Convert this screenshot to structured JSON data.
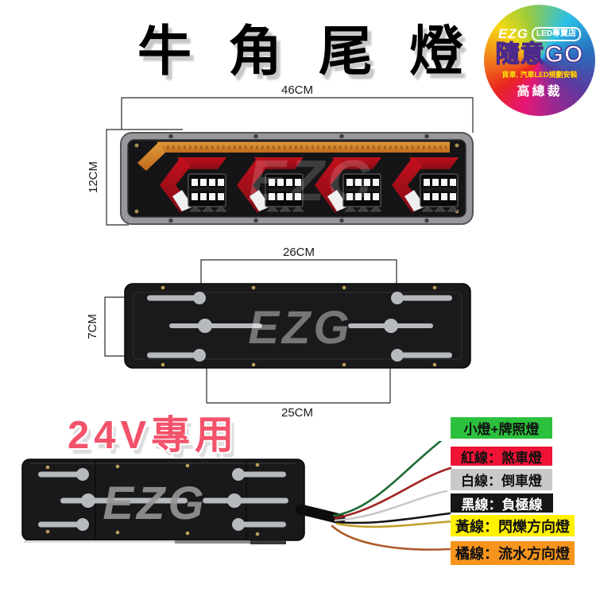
{
  "title": {
    "text": "牛角尾燈"
  },
  "brand_logo": {
    "name": "EZG",
    "badge": "LED專賣店",
    "store": "隨意GO",
    "tagline": "貨車, 汽車LED規劃安裝",
    "owner": "高總裁"
  },
  "tail_lamp": {
    "width_label": "46CM",
    "height_label": "12CM",
    "watermark": "EZG"
  },
  "mount_plate": {
    "top_span_label": "26CM",
    "side_span_label": "7CM",
    "bottom_span_label": "25CM",
    "watermark": "EZG"
  },
  "voltage_note": {
    "text": "24V專用",
    "color": "#f2536b"
  },
  "wiring": {
    "watermark": "EZG",
    "labels": [
      {
        "text": "小燈+牌照燈",
        "bg": "#2cc13d",
        "fg": "#101010"
      },
      {
        "text": "紅線：煞車燈",
        "bg": "#f11336",
        "fg": "#101010"
      },
      {
        "text": "白線：倒車燈",
        "bg": "#c9c9c9",
        "fg": "#101010"
      },
      {
        "text": "黑線：負極線",
        "bg": "#161616",
        "fg": "#ffffff"
      },
      {
        "text": "黃線：閃爍方向燈",
        "bg": "#fff100",
        "fg": "#101010"
      },
      {
        "text": "橘線：流水方向燈",
        "bg": "#f7941d",
        "fg": "#101010"
      }
    ],
    "wires": [
      {
        "name": "green-wire",
        "color": "#1d6b38"
      },
      {
        "name": "red-wire",
        "color": "#a1241f"
      },
      {
        "name": "white-wire",
        "color": "#c9c9c9"
      },
      {
        "name": "black-wire",
        "color": "#121212"
      },
      {
        "name": "yellow-wire",
        "color": "#bfa12b"
      },
      {
        "name": "orange-wire",
        "color": "#ad5a28"
      }
    ]
  }
}
